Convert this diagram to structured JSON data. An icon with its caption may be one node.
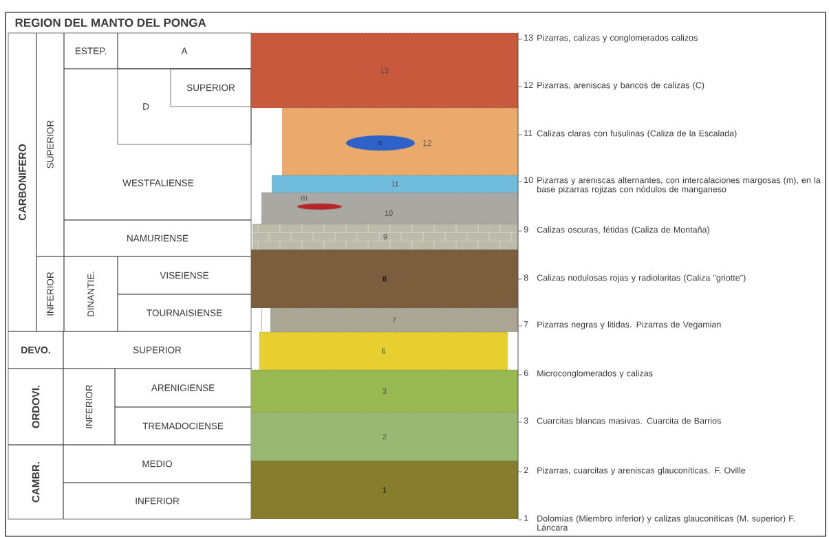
{
  "diagram": {
    "title": "REGION DEL MANTO DEL PONGA",
    "nodes": [
      {
        "text": [
          "CARBONIFERO"
        ]
      },
      {
        "text": [
          "SUPERIOR"
        ]
      },
      {
        "text": [
          "ESTEP."
        ]
      },
      {
        "text": [
          "A"
        ]
      },
      {
        "text": [
          "WESTFALIENSE"
        ]
      },
      {
        "text": [
          "D"
        ],
        "in": 4
      },
      {
        "text": [
          "SUPERIOR"
        ],
        "in": 5
      },
      {
        "text": [
          "NAMURIENSE"
        ]
      },
      {
        "text": [
          "INFERIOR"
        ]
      },
      {
        "text": [
          "DINANTIE."
        ]
      },
      {
        "text": [
          "VISEIENSE"
        ]
      },
      {
        "text": [
          "TOURNAISIENSE"
        ]
      },
      {
        "text": [
          "DEVO."
        ]
      },
      {
        "text": [
          "SUPERIOR"
        ]
      },
      {
        "text": [
          "ORDOVI."
        ]
      },
      {
        "text": [
          "INFERIOR"
        ]
      },
      {
        "text": [
          "ARENIGIENSE"
        ]
      },
      {
        "text": [
          "TREMADOCIENSE"
        ]
      },
      {
        "text": [
          "CAMBR."
        ]
      },
      {
        "text": [
          "MEDIO"
        ]
      },
      {
        "text": [
          "INFERIOR"
        ]
      },
      {
        "text": [
          "13"
        ]
      },
      {
        "text": [],
        "shape": "box"
      },
      {
        "text": [
          "c"
        ],
        "beside": [
          "12"
        ],
        "in": 22
      },
      {
        "text": [
          "11"
        ]
      },
      {
        "text": [
          "10"
        ]
      },
      {
        "text": [],
        "shape": "ellipse",
        "beside": [
          "m"
        ],
        "in": 25
      },
      {
        "text": [
          "9"
        ]
      },
      {
        "text": [
          "8"
        ]
      },
      {
        "text": [
          "7"
        ]
      },
      {
        "text": [
          "6"
        ]
      },
      {
        "text": [
          "3"
        ]
      },
      {
        "text": [
          "2"
        ]
      },
      {
        "text": [
          "1"
        ]
      }
    ],
    "labels": [
      "13",
      "Pizarras, calizas y conglomerados calizos",
      "12",
      "Pizarras, areniscas y bancos de calizas (C)",
      "11",
      "Calizas claras con fusulinas (Caliza de la Escalada)",
      "10",
      "Pizarras y areniscas alternantes, con intercalaciones margosas (m), en la base pizarras rojizas con nódulos de manganeso",
      "9",
      "Calizas oscuras, fétidas (Caliza de Montaña)",
      "8",
      "Calizas nodulosas rojas y radiolaritas (Caliza \"griotte\")",
      "7",
      "Pizarras negras y litidas. Pizarras de Vegamian",
      "6",
      "Microconglomerados y calizas",
      "3",
      "Cuarcitas blancas masivas. Cuarcita de Barrios",
      "2",
      "Pizarras, cuarcitas y areniscas glauconíticas. F. Oville",
      "1",
      "Dolomías (Miembro inferior) y calizas glauconíticas (M. superior) F. Láncara"
    ]
  }
}
